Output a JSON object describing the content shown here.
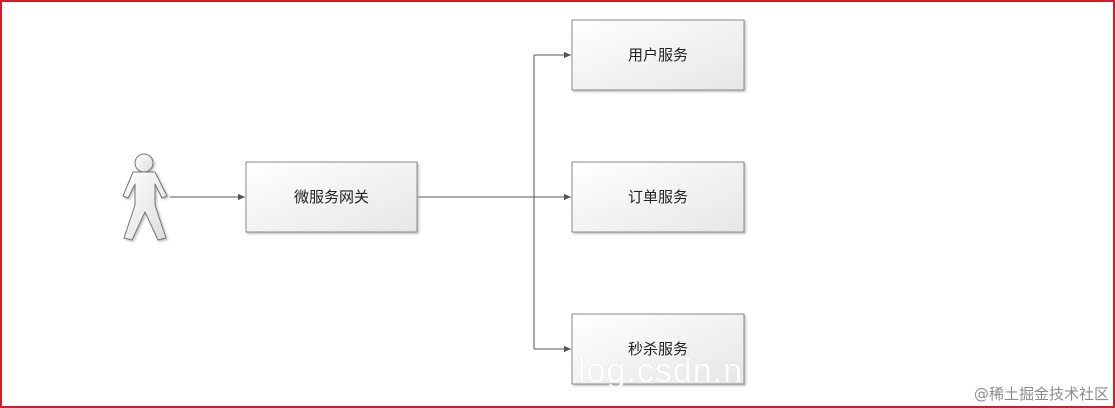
{
  "nodes": {
    "gateway": "微服务网关",
    "user_service": "用户服务",
    "order_service": "订单服务",
    "seckill_service": "秒杀服务"
  },
  "watermarks": {
    "faint": "log.csdn.n",
    "corner": "@稀土掘金技术社区"
  }
}
